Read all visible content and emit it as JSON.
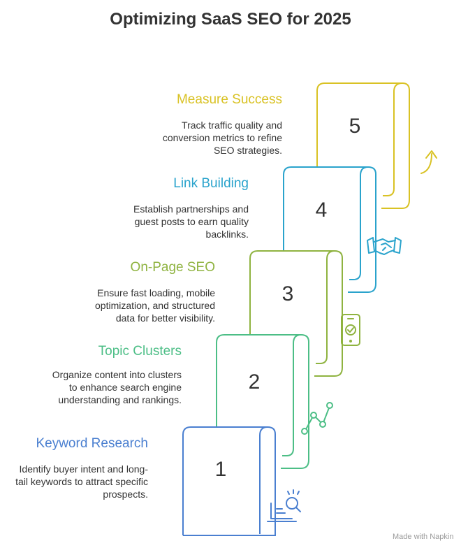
{
  "title": "Optimizing SaaS SEO for 2025",
  "footer": "Made with Napkin",
  "steps": [
    {
      "number": "1",
      "title": "Keyword Research",
      "description": "Identify buyer intent and long-tail keywords to attract specific prospects.",
      "color": "#4a7fd0",
      "icon": "search-laptop-icon"
    },
    {
      "number": "2",
      "title": "Topic Clusters",
      "description": "Organize content into clusters to enhance search engine understanding and rankings.",
      "color": "#4cbe86",
      "icon": "network-nodes-icon"
    },
    {
      "number": "3",
      "title": "On-Page SEO",
      "description": "Ensure fast loading, mobile optimization, and structured data for better visibility.",
      "color": "#8fb340",
      "icon": "mobile-check-icon"
    },
    {
      "number": "4",
      "title": "Link Building",
      "description": "Establish partnerships and guest posts to earn quality backlinks.",
      "color": "#2aa3cc",
      "icon": "handshake-icon"
    },
    {
      "number": "5",
      "title": "Measure Success",
      "description": "Track traffic quality and conversion metrics to refine SEO strategies.",
      "color": "#d9c224",
      "icon": "trend-arrow-icon"
    }
  ]
}
